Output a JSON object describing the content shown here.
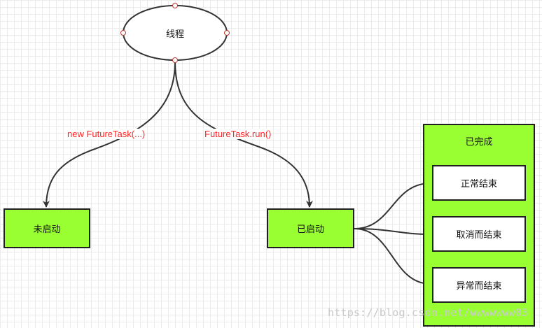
{
  "nodes": {
    "thread": "线程",
    "not_started": "未启动",
    "started": "已启动",
    "completed_group": "已完成",
    "normal_end": "正常结束",
    "cancel_end": "取消而结束",
    "exception_end": "异常而结束"
  },
  "edges": {
    "to_not_started": "new FutureTask(...)",
    "to_started": "FutureTask.run()"
  },
  "watermark": "https://blog.csdn.net/wwwwwww03",
  "colors": {
    "node_fill": "#99ff33",
    "edge_label": "#ff2222",
    "stroke": "#333333"
  }
}
